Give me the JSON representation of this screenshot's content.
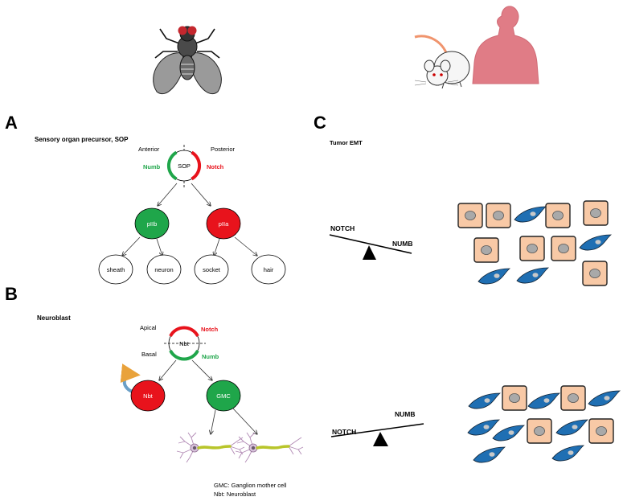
{
  "panels": {
    "a": {
      "letter": "A",
      "title": "Sensory organ precursor, SOP",
      "anterior": "Anterior",
      "posterior": "Posterior",
      "numb": "Numb",
      "notch": "Notch",
      "center_cell": "SOP",
      "left_child": "pIIb",
      "right_child": "pIIa",
      "leaves": [
        "sheath",
        "neuron",
        "socket",
        "hair"
      ]
    },
    "b": {
      "letter": "B",
      "title": "Neuroblast",
      "apical": "Apical",
      "basal": "Basal",
      "notch": "Notch",
      "numb": "Numb",
      "center_cell": "Nbt",
      "left_child": "Nbt",
      "right_child": "GMC",
      "legend_1": "GMC: Ganglion mother cell",
      "legend_2": "Nbt: Neuroblast"
    },
    "c": {
      "letter": "C",
      "title": "Tumor EMT",
      "top_left": "NOTCH",
      "top_right": "NUMB",
      "bottom_left": "NOTCH",
      "bottom_right": "NUMB"
    }
  },
  "colors": {
    "green": "#1fa64a",
    "red": "#e8131c",
    "epithelial": "#f8c9a6",
    "mesenchymal": "#1f6fb3",
    "skin": "#e07c86"
  },
  "icons": [
    "fly-icon",
    "mouse-icon",
    "human-icon",
    "neuron-icon",
    "self-renew-arrow-icon"
  ]
}
